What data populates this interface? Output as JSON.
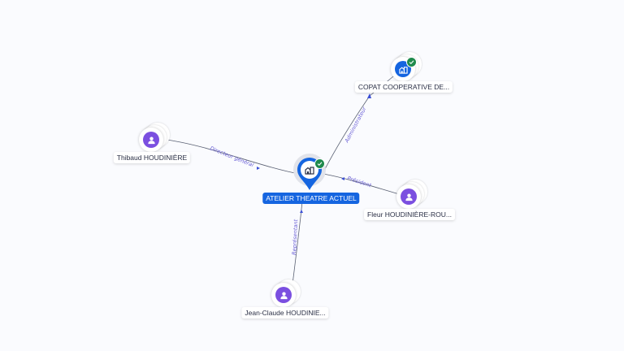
{
  "colors": {
    "background": "#fafbfe",
    "company_blue": "#1565e0",
    "person_purple": "#7b4fe0",
    "verified_green": "#1e8a4c",
    "edge_line": "#5a6173",
    "edge_label": "#6a5fd6"
  },
  "center_node": {
    "label": "ATELIER THEATRE ACTUEL",
    "icon": "building-icon",
    "verified": true
  },
  "nodes": [
    {
      "id": "copat",
      "label": "COPAT COOPERATIVE DE...",
      "type": "company",
      "icon": "building-icon",
      "verified": true
    },
    {
      "id": "thibaud",
      "label": "Thibaud HOUDINIÈRE",
      "type": "person",
      "icon": "person-icon",
      "verified": false
    },
    {
      "id": "fleur",
      "label": "Fleur HOUDINIÈRE-ROU...",
      "type": "person",
      "icon": "person-icon",
      "verified": false
    },
    {
      "id": "jeanclaude",
      "label": "Jean-Claude HOUDINIE...",
      "type": "person",
      "icon": "person-icon",
      "verified": false
    }
  ],
  "edges": [
    {
      "from": "center",
      "to": "copat",
      "label": "Administrateur"
    },
    {
      "from": "thibaud",
      "to": "center",
      "label": "Directeur général"
    },
    {
      "from": "fleur",
      "to": "center",
      "label": "Président"
    },
    {
      "from": "jeanclaude",
      "to": "center",
      "label": "Représentant"
    }
  ]
}
